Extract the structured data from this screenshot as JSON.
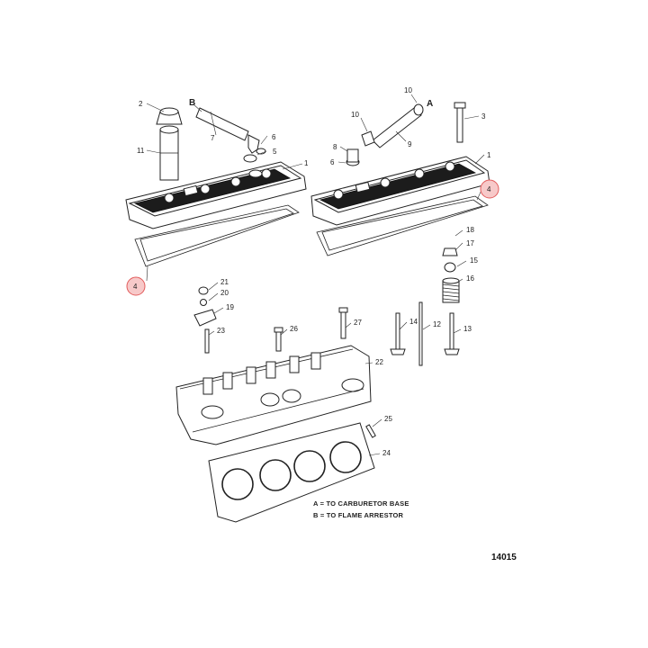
{
  "diagram": {
    "callouts": {
      "c1a": "1",
      "c1b": "1",
      "c2": "2",
      "c3": "3",
      "c4a": "4",
      "c4b": "4",
      "c5": "5",
      "c6a": "6",
      "c6b": "6",
      "c7": "7",
      "c8": "8",
      "c9": "9",
      "c10a": "10",
      "c10b": "10",
      "c11": "11",
      "c12": "12",
      "c13": "13",
      "c14": "14",
      "c15": "15",
      "c16": "16",
      "c17": "17",
      "c18": "18",
      "c19": "19",
      "c20": "20",
      "c21": "21",
      "c22": "22",
      "c23": "23",
      "c24": "24",
      "c25": "25",
      "c26": "26",
      "c27": "27"
    },
    "letters": {
      "a": "A",
      "b": "B"
    },
    "legend": {
      "line1": "A = TO CARBURETOR BASE",
      "line2": "B = TO FLAME ARRESTOR"
    },
    "figure_code": "14015",
    "highlight_color": "#f7c9c9"
  }
}
